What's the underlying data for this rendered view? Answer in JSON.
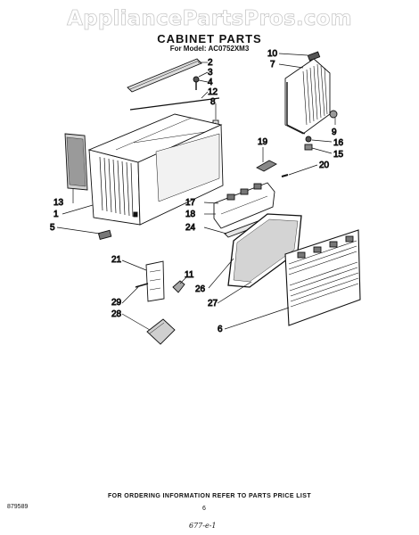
{
  "watermark": "AppliancePartsPros.com",
  "title": "CABINET PARTS",
  "model_line": "For Model: AC0752XM3",
  "callouts": [
    {
      "id": "c2",
      "label": "2"
    },
    {
      "id": "c3",
      "label": "3"
    },
    {
      "id": "c4",
      "label": "4"
    },
    {
      "id": "c12",
      "label": "12"
    },
    {
      "id": "c8",
      "label": "8"
    },
    {
      "id": "c10",
      "label": "10"
    },
    {
      "id": "c7",
      "label": "7"
    },
    {
      "id": "c9",
      "label": "9"
    },
    {
      "id": "c16",
      "label": "16"
    },
    {
      "id": "c15",
      "label": "15"
    },
    {
      "id": "c19",
      "label": "19"
    },
    {
      "id": "c20",
      "label": "20"
    },
    {
      "id": "c13",
      "label": "13"
    },
    {
      "id": "c1",
      "label": "1"
    },
    {
      "id": "c5",
      "label": "5"
    },
    {
      "id": "c17",
      "label": "17"
    },
    {
      "id": "c18",
      "label": "18"
    },
    {
      "id": "c24",
      "label": "24"
    },
    {
      "id": "c21",
      "label": "21"
    },
    {
      "id": "c11",
      "label": "11"
    },
    {
      "id": "c29",
      "label": "29"
    },
    {
      "id": "c26",
      "label": "26"
    },
    {
      "id": "c27",
      "label": "27"
    },
    {
      "id": "c28",
      "label": "28"
    },
    {
      "id": "c6",
      "label": "6"
    }
  ],
  "footer": {
    "ordering_note": "FOR ORDERING INFORMATION REFER TO PARTS PRICE LIST",
    "code": "879589",
    "page": "6",
    "handwritten": "677-e-1"
  }
}
